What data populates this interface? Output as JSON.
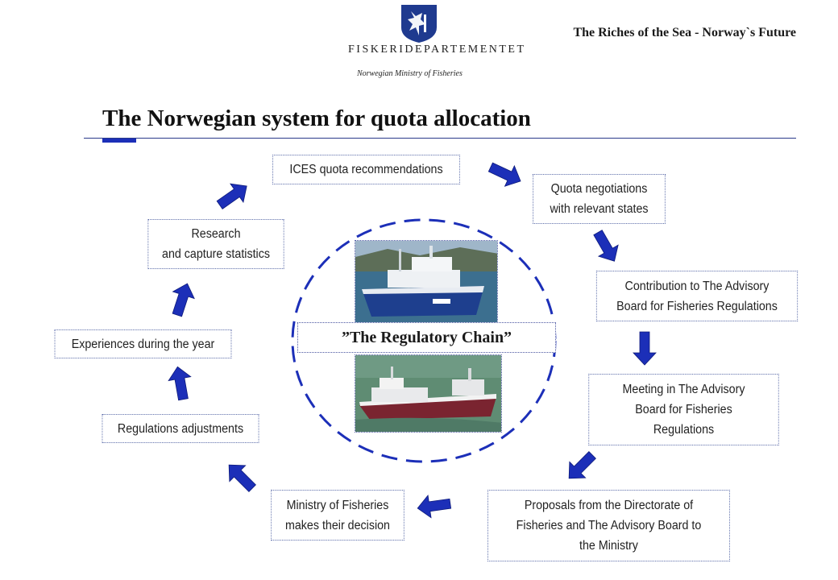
{
  "header": {
    "tagline": "The Riches of the Sea - Norway`s Future",
    "ministry_name": "FISKERIDEPARTEMENTET",
    "ministry_subtitle": "Norwegian Ministry of Fisheries"
  },
  "title": "The Norwegian system for quota allocation",
  "center": {
    "label": "”The Regulatory Chain”"
  },
  "steps": {
    "ices": {
      "lines": [
        "ICES quota recommendations"
      ]
    },
    "negotiations": {
      "lines": [
        "Quota negotiations",
        "with relevant states"
      ]
    },
    "contribution": {
      "lines": [
        "Contribution to The Advisory",
        "Board for Fisheries Regulations"
      ]
    },
    "meeting": {
      "lines": [
        "Meeting in The Advisory",
        "Board for Fisheries",
        "Regulations"
      ]
    },
    "proposals": {
      "lines": [
        "Proposals from the Directorate of",
        "Fisheries and The Advisory Board to",
        "the Ministry"
      ]
    },
    "decision": {
      "lines": [
        "Ministry of Fisheries",
        "makes their decision"
      ]
    },
    "adjustments": {
      "lines": [
        "Regulations adjustments"
      ]
    },
    "experiences": {
      "lines": [
        "Experiences during the year"
      ]
    },
    "research": {
      "lines": [
        "Research",
        "and capture statistics"
      ]
    }
  },
  "colors": {
    "arrow": "#1c2fb8",
    "circle": "#1c2fb8",
    "ship_hull_blue": "#1e3f8e",
    "ship_hull_red": "#7a2430",
    "sea": "#3c6f8f"
  }
}
